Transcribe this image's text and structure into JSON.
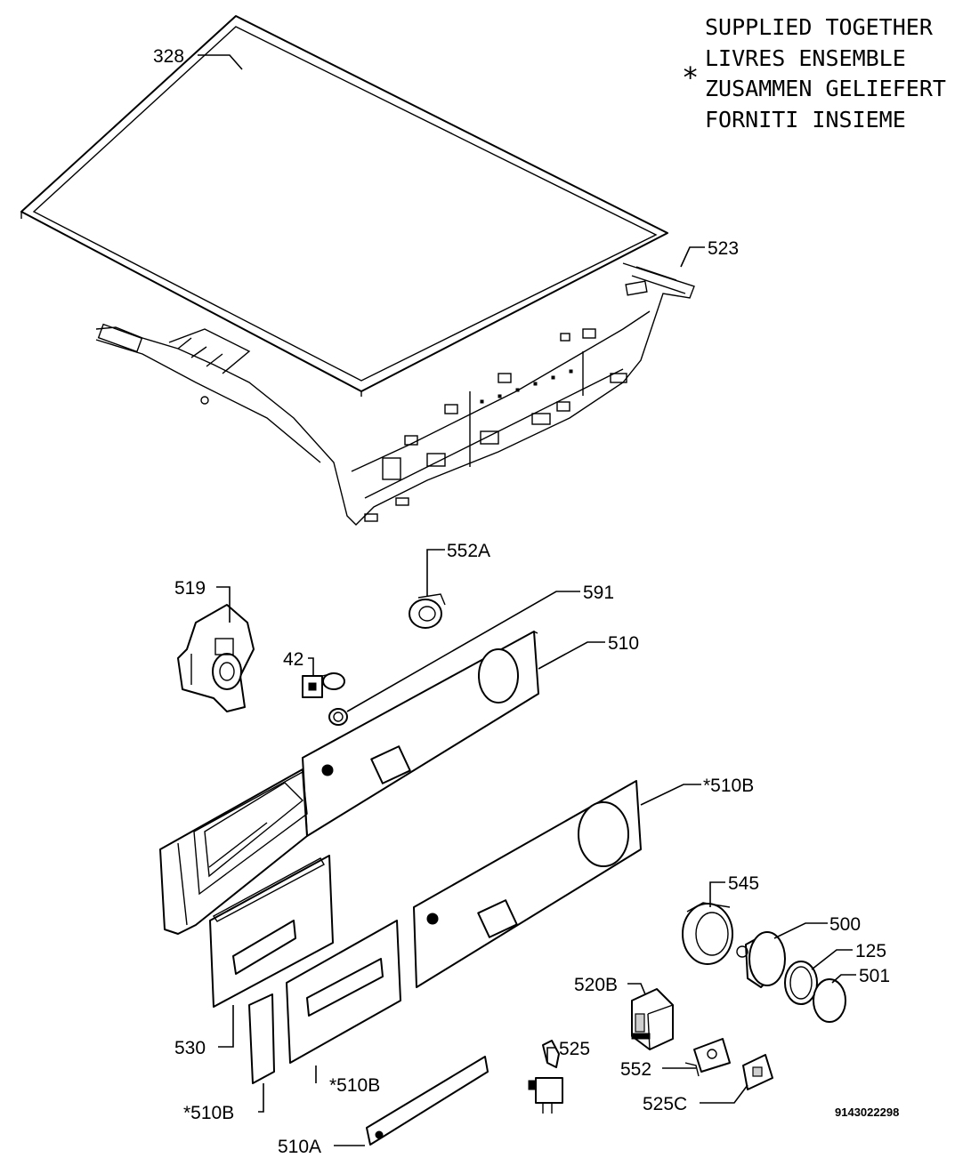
{
  "legend": {
    "marker": "*",
    "lines": [
      "SUPPLIED TOGETHER",
      "LIVRES ENSEMBLE",
      "ZUSAMMEN GELIEFERT",
      "FORNITI INSIEME"
    ]
  },
  "callouts": {
    "c328": "328",
    "c523": "523",
    "c552A": "552A",
    "c519": "519",
    "c591": "591",
    "c510": "510",
    "c42": "42",
    "c510B_top": "*510B",
    "c545": "545",
    "c500": "500",
    "c125": "125",
    "c501": "501",
    "c520B": "520B",
    "c525": "525",
    "c552": "552",
    "c525C": "525C",
    "c530": "530",
    "c510B_mid": "*510B",
    "c510B_low": "*510B",
    "c510A": "510A"
  },
  "drawing_number": "9143022298"
}
